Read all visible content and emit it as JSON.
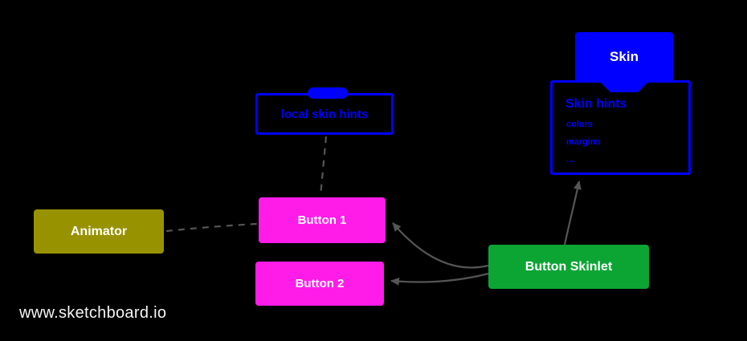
{
  "footer": {
    "text": "www.sketchboard.io"
  },
  "colors": {
    "background": "#000000",
    "blue": "#0000ff",
    "magenta": "#ff1ce8",
    "olive": "#979300",
    "green": "#0ca534",
    "connector_gray": "#555555",
    "text_on_fill": "#ffffff"
  },
  "nodes": {
    "skin": {
      "label": "Skin"
    },
    "skin_hints": {
      "title": "Skin hints",
      "items": [
        "colors",
        "margins",
        "..."
      ]
    },
    "local_skin_hints": {
      "label": "local skin hints"
    },
    "animator": {
      "label": "Animator"
    },
    "button1": {
      "label": "Button 1"
    },
    "button2": {
      "label": "Button 2"
    },
    "button_skinlet": {
      "label": "Button Skinlet"
    }
  },
  "edges": [
    {
      "from": "local skin hints",
      "to": "Button 1",
      "style": "dashed",
      "arrow": false
    },
    {
      "from": "Animator",
      "to": "Button 1",
      "style": "dashed",
      "arrow": false
    },
    {
      "from": "Button Skinlet",
      "to": "Button 1",
      "style": "solid",
      "arrow": true
    },
    {
      "from": "Button Skinlet",
      "to": "Button 2",
      "style": "solid",
      "arrow": true
    },
    {
      "from": "Button Skinlet",
      "to": "Skin hints",
      "style": "solid",
      "arrow": true
    }
  ]
}
